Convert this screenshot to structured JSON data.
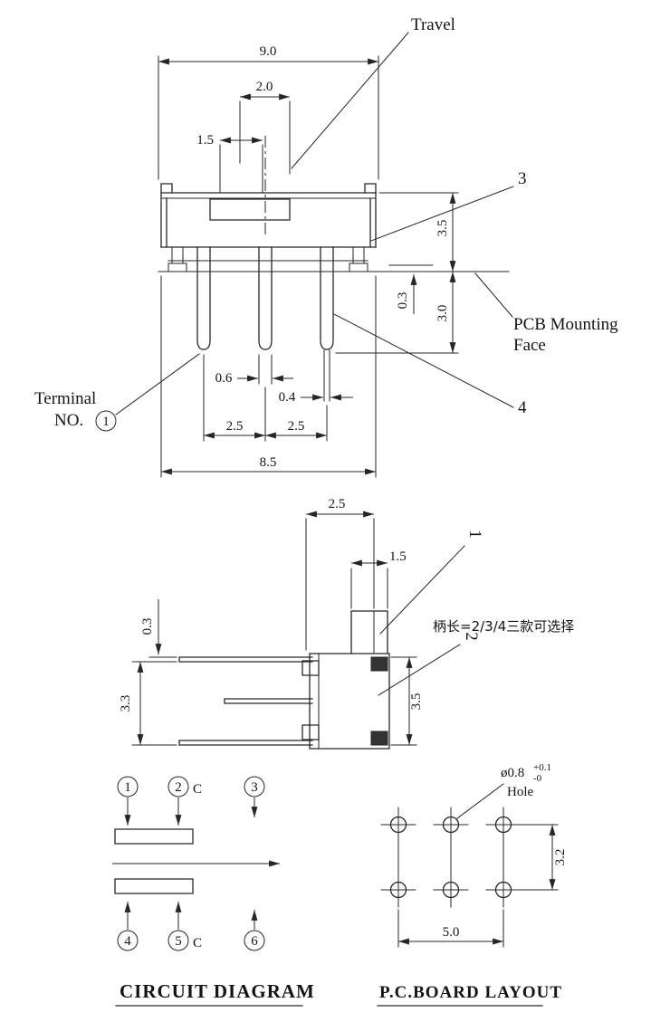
{
  "drawing": {
    "front_view": {
      "travel_label": "Travel",
      "ref_3": "3",
      "ref_4": "4",
      "pcb_face_1": "PCB Mounting",
      "pcb_face_2": "Face",
      "terminal_1": "Terminal",
      "terminal_2": "NO.",
      "terminal_no": "1",
      "dim_width_top": "9.0",
      "dim_travel": "2.0",
      "dim_knob": "1.5",
      "dim_body_height": "3.5",
      "dim_standoff": "0.3",
      "dim_terminal_length": "3.0",
      "dim_terminal_width": "0.6",
      "dim_terminal_thickness": "0.4",
      "dim_pitch_a": "2.5",
      "dim_pitch_b": "2.5",
      "dim_width_bottom": "8.5"
    },
    "side_view": {
      "dim_top": "2.5",
      "dim_knob": "1.5",
      "dim_thickness": "0.3",
      "dim_height_left": "3.3",
      "dim_height_right": "3.5",
      "ref_1": "1",
      "ref_2": "2",
      "note_cn": "柄长=2/3/4三款可选择"
    },
    "circuit": {
      "title": "CIRCUIT DIAGRAM",
      "pins_top": [
        "1",
        "2",
        "3"
      ],
      "pins_bottom": [
        "4",
        "5",
        "6"
      ],
      "common_top": "C",
      "common_bottom": "C"
    },
    "pcb": {
      "title": "P.C.BOARD LAYOUT",
      "hole_dia": "ø0.8",
      "tol_plus": "+0.1",
      "tol_minus": "-0",
      "hole_word": "Hole",
      "dim_row_pitch": "3.2",
      "dim_col_span": "5.0"
    }
  }
}
